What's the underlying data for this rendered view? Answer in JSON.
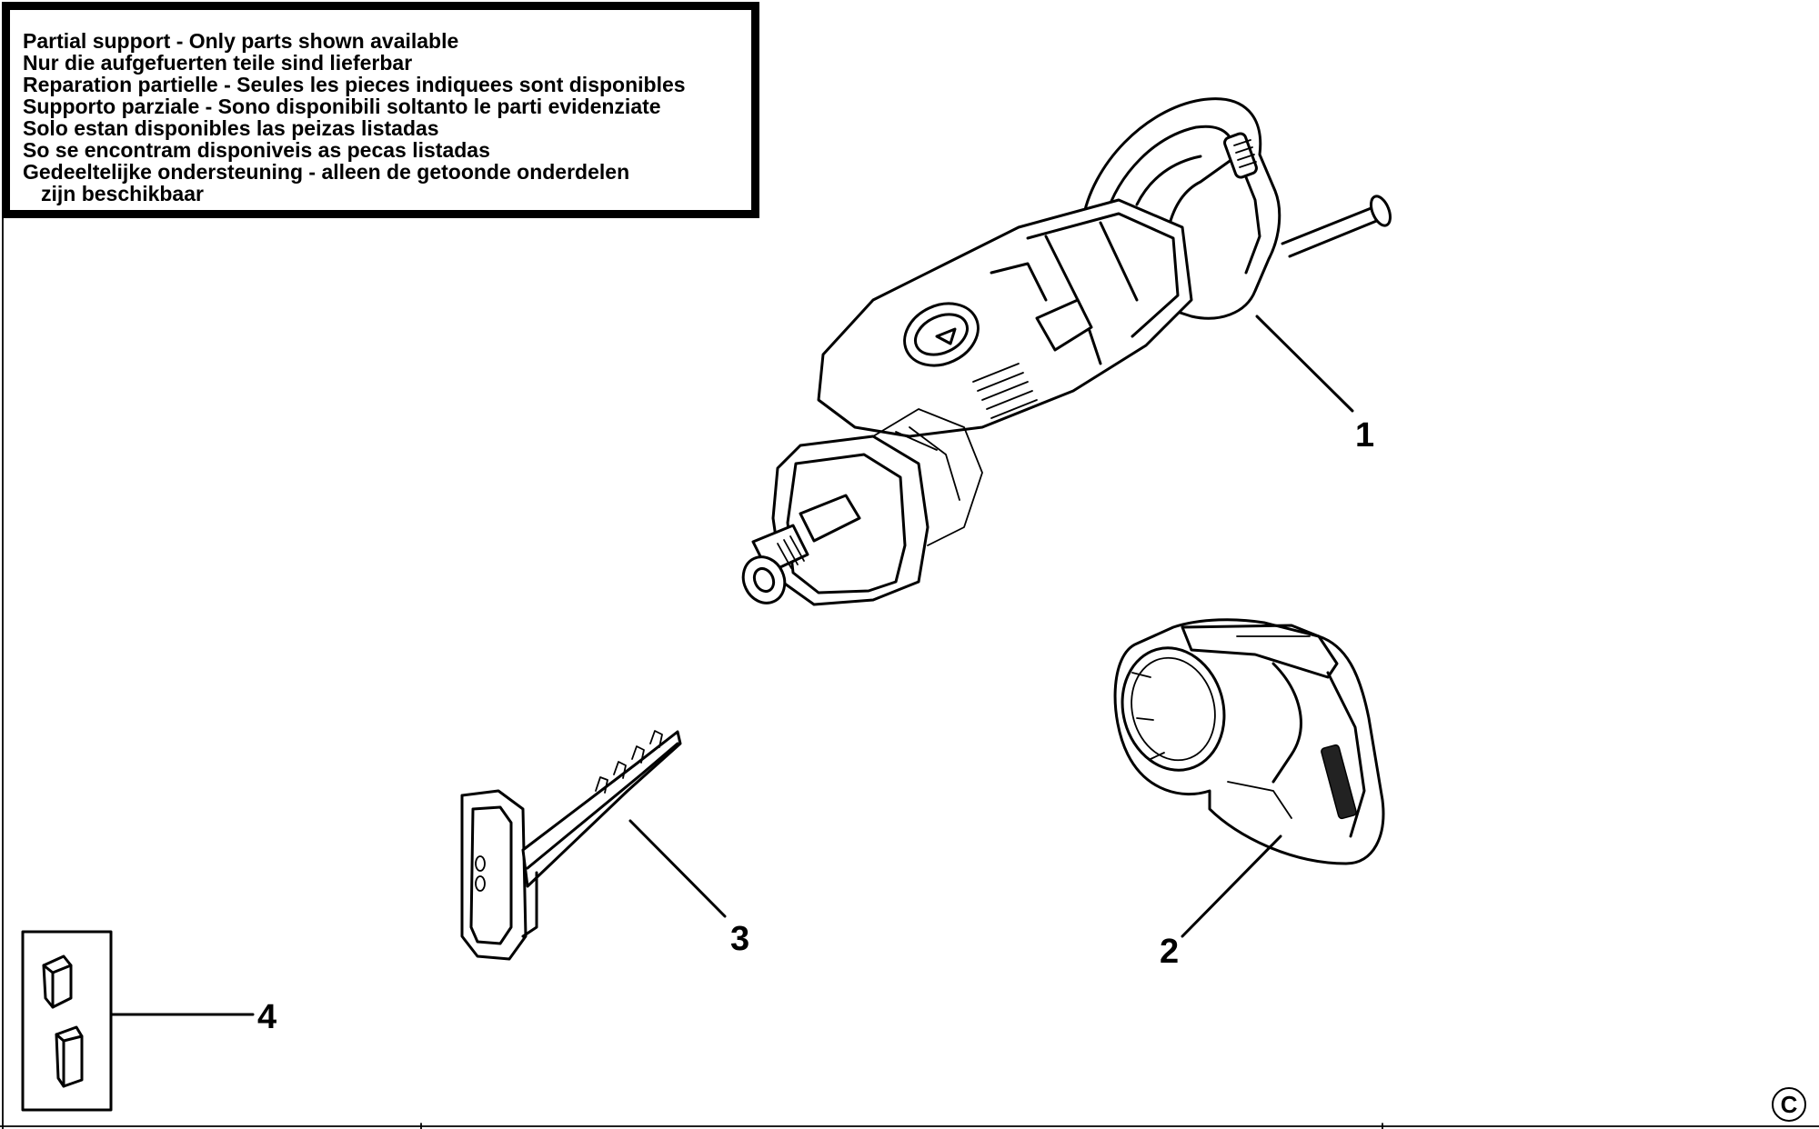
{
  "notice": {
    "lines": [
      "Partial support - Only parts shown available",
      "Nur die aufgefuerten teile sind lieferbar",
      "Reparation partielle - Seules les pieces indiquees sont disponibles",
      "Supporto parziale - Sono disponibili soltanto le parti evidenziate",
      "Solo estan disponibles las peizas listadas",
      "So se encontram disponiveis as pecas listadas",
      "Gedeeltelijke ondersteuning - alleen de getoonde onderdelen",
      "zijn beschikbaar"
    ]
  },
  "callouts": {
    "part1": "1",
    "part2": "2",
    "part3": "3",
    "part4": "4"
  },
  "copyright": "C"
}
